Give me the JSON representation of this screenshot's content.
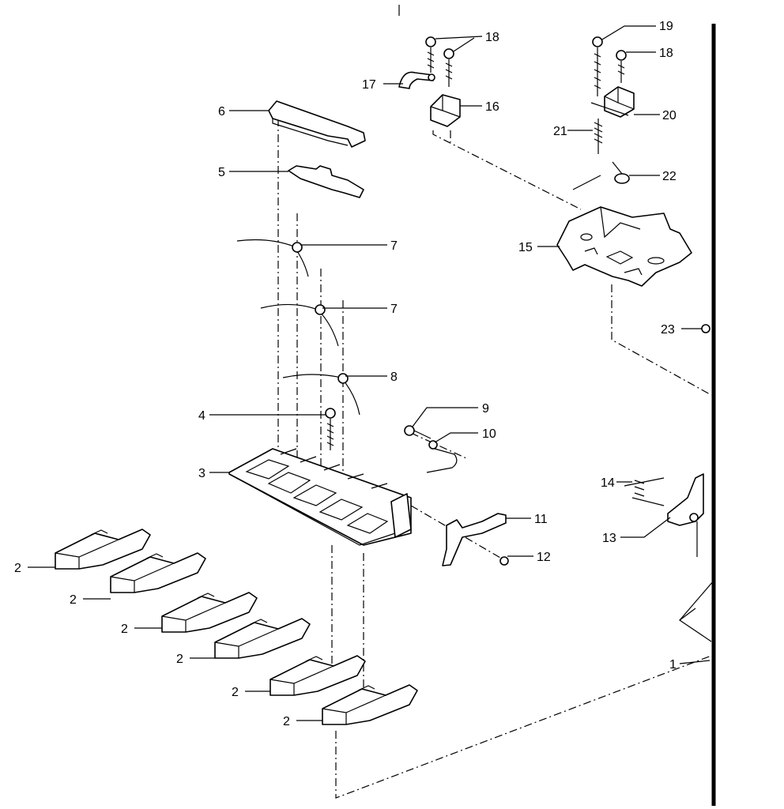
{
  "callouts": {
    "c1": "1",
    "c2a": "2",
    "c2b": "2",
    "c2c": "2",
    "c2d": "2",
    "c2e": "2",
    "c2f": "2",
    "c3": "3",
    "c4": "4",
    "c5": "5",
    "c6": "6",
    "c7a": "7",
    "c7b": "7",
    "c8": "8",
    "c9": "9",
    "c10": "10",
    "c11": "11",
    "c12": "12",
    "c13": "13",
    "c14": "14",
    "c15": "15",
    "c16": "16",
    "c17": "17",
    "c18a": "18",
    "c18b": "18",
    "c19": "19",
    "c20": "20",
    "c21": "21",
    "c22": "22",
    "c23": "23"
  }
}
